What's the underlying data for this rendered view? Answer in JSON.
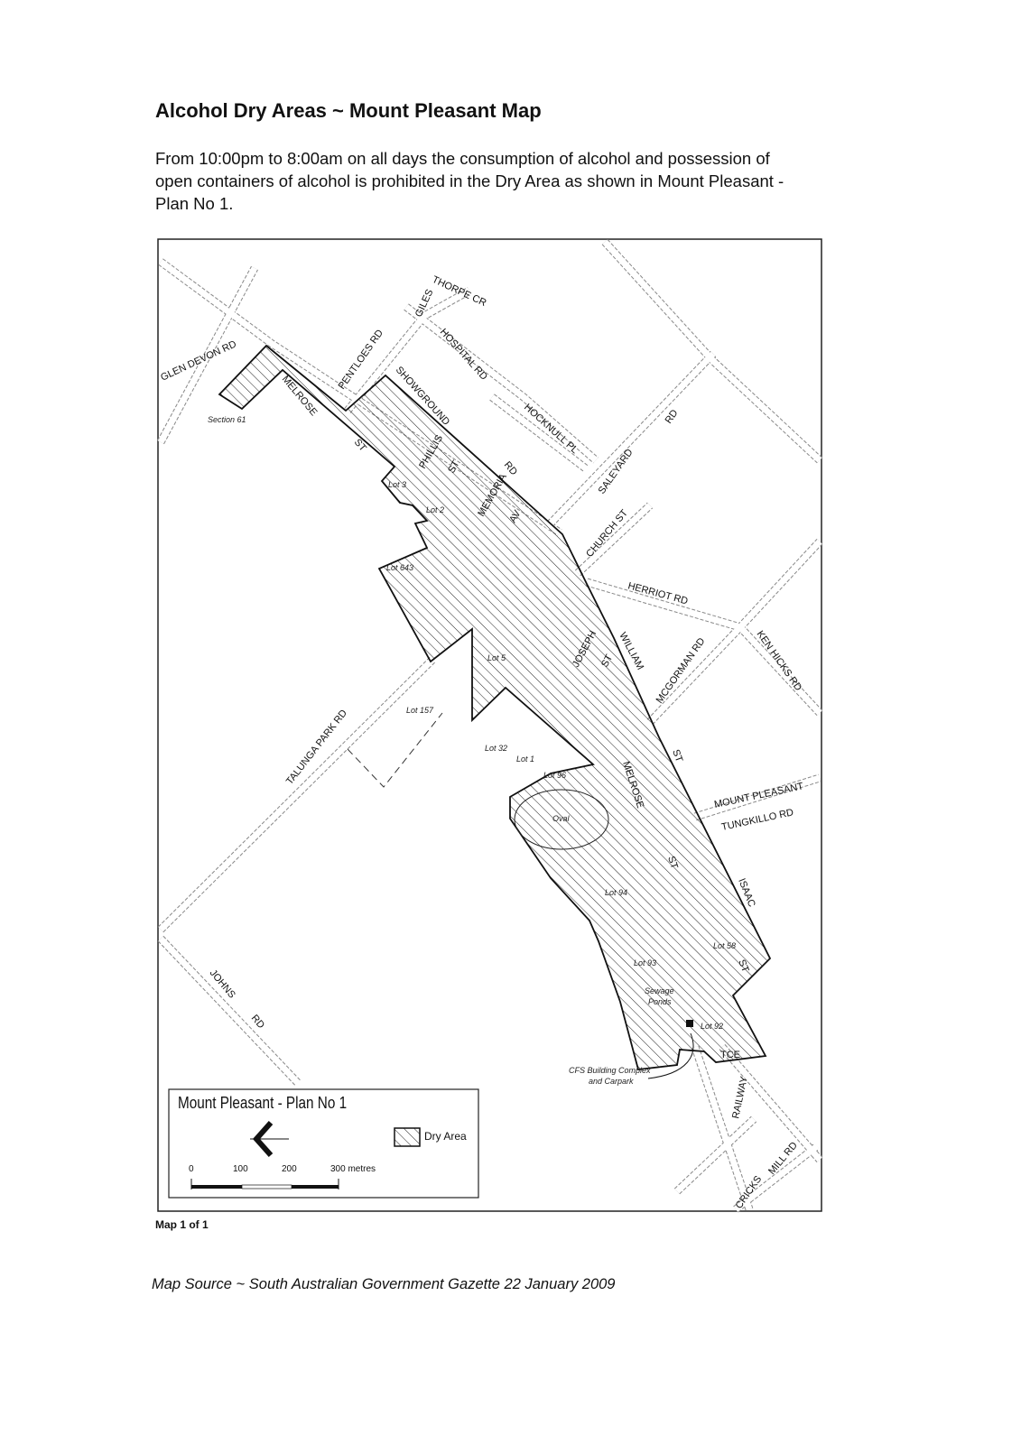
{
  "header": {
    "title": "Alcohol Dry Areas ~ Mount Pleasant Map",
    "intro": "From 10:00pm to 8:00am on all days the consumption of alcohol and possession of open containers of alcohol is prohibited in the Dry Area as shown in Mount Pleasant - Plan No 1."
  },
  "map": {
    "roads": {
      "glen_devon": "GLEN DEVON RD",
      "melrose": "MELROSE",
      "melrose_st": "ST",
      "pentloes": "PENTLOES RD",
      "giles": "GILES",
      "thorpe": "THORPE CR",
      "hospital": "HOSPITAL RD",
      "showground": "SHOWGROUND",
      "showground_rd": "RD",
      "hocknull": "HOCKNULL PL",
      "phillis": "PHILLIS",
      "phillis_st": "ST",
      "memoria": "MEMORIA",
      "memoria_av": "AV",
      "saleyard": "SALEYARD",
      "saleyard_rd": "RD",
      "church": "CHURCH ST",
      "herriot": "HERRIOT RD",
      "ken_hicks": "KEN HICKS RD",
      "william": "WILLIAM",
      "william_st": "ST",
      "joseph": "JOSEPH",
      "joseph_st": "ST",
      "mcgorman": "MCGORMAN RD",
      "talunga": "TALUNGA PARK RD",
      "mount_pleasant": "MOUNT PLEASANT",
      "tungkillo": "TUNGKILLO RD",
      "melrose2": "MELROSE",
      "melrose2_st": "ST",
      "isaac": "ISAAC",
      "isaac_st": "ST",
      "johns": "JOHNS",
      "johns_rd": "RD",
      "tce": "TCE",
      "railway": "RAILWAY",
      "cricks": "CRICKS",
      "mill_rd": "MILL RD"
    },
    "lots": {
      "section61": "Section 61",
      "lot3": "Lot 3",
      "lot2": "Lot 2",
      "lot643": "Lot 643",
      "lot5": "Lot 5",
      "lot157": "Lot 157",
      "lot32": "Lot 32",
      "lot1": "Lot 1",
      "lot96": "Lot 96",
      "oval": "Oval",
      "lot94": "Lot 94",
      "lot93": "Lot 93",
      "lot58": "Lot 58",
      "sewage": "Sewage",
      "ponds": "Ponds",
      "lot92": "Lot 92",
      "cfs1": "CFS Building Complex",
      "cfs2": "and Carpark"
    },
    "legend": {
      "title": "Mount Pleasant - Plan No 1",
      "dry_area": "Dry Area",
      "scale_ticks": [
        "0",
        "100",
        "200",
        "300 metres"
      ],
      "north_icon": "north-arrow-pointing-left"
    }
  },
  "footer": {
    "map_count": "Map 1 of 1",
    "source": "Map Source ~ South Australian Government Gazette 22 January 2009"
  }
}
